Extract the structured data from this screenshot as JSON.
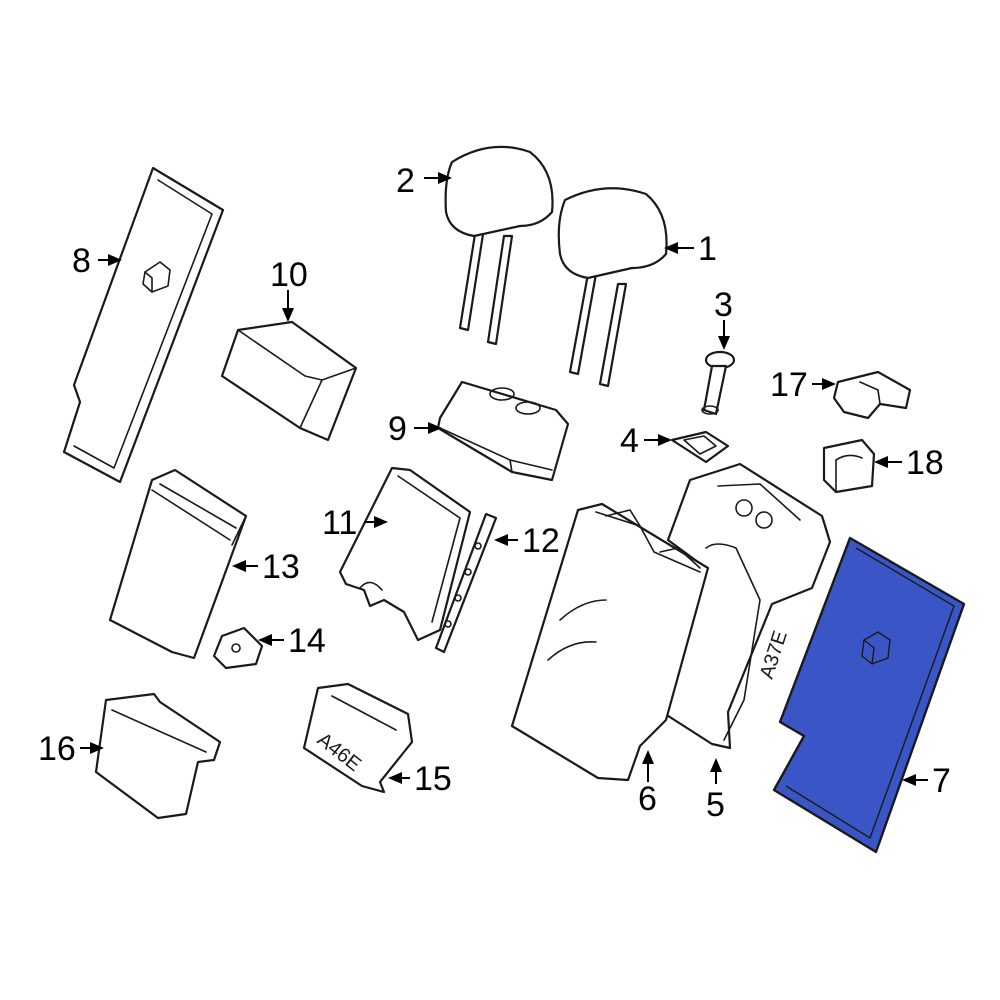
{
  "diagram": {
    "callouts": {
      "c1": "1",
      "c2": "2",
      "c3": "3",
      "c4": "4",
      "c5": "5",
      "c6": "6",
      "c7": "7",
      "c8": "8",
      "c9": "9",
      "c10": "10",
      "c11": "11",
      "c12": "12",
      "c13": "13",
      "c14": "14",
      "c15": "15",
      "c16": "16",
      "c17": "17",
      "c18": "18"
    },
    "stamps": {
      "part5": "A37E",
      "part15": "A46E"
    },
    "highlighted_part": "7",
    "colors": {
      "highlight": "#3a55c6",
      "line": "#1a1a1a",
      "background": "#ffffff"
    }
  }
}
